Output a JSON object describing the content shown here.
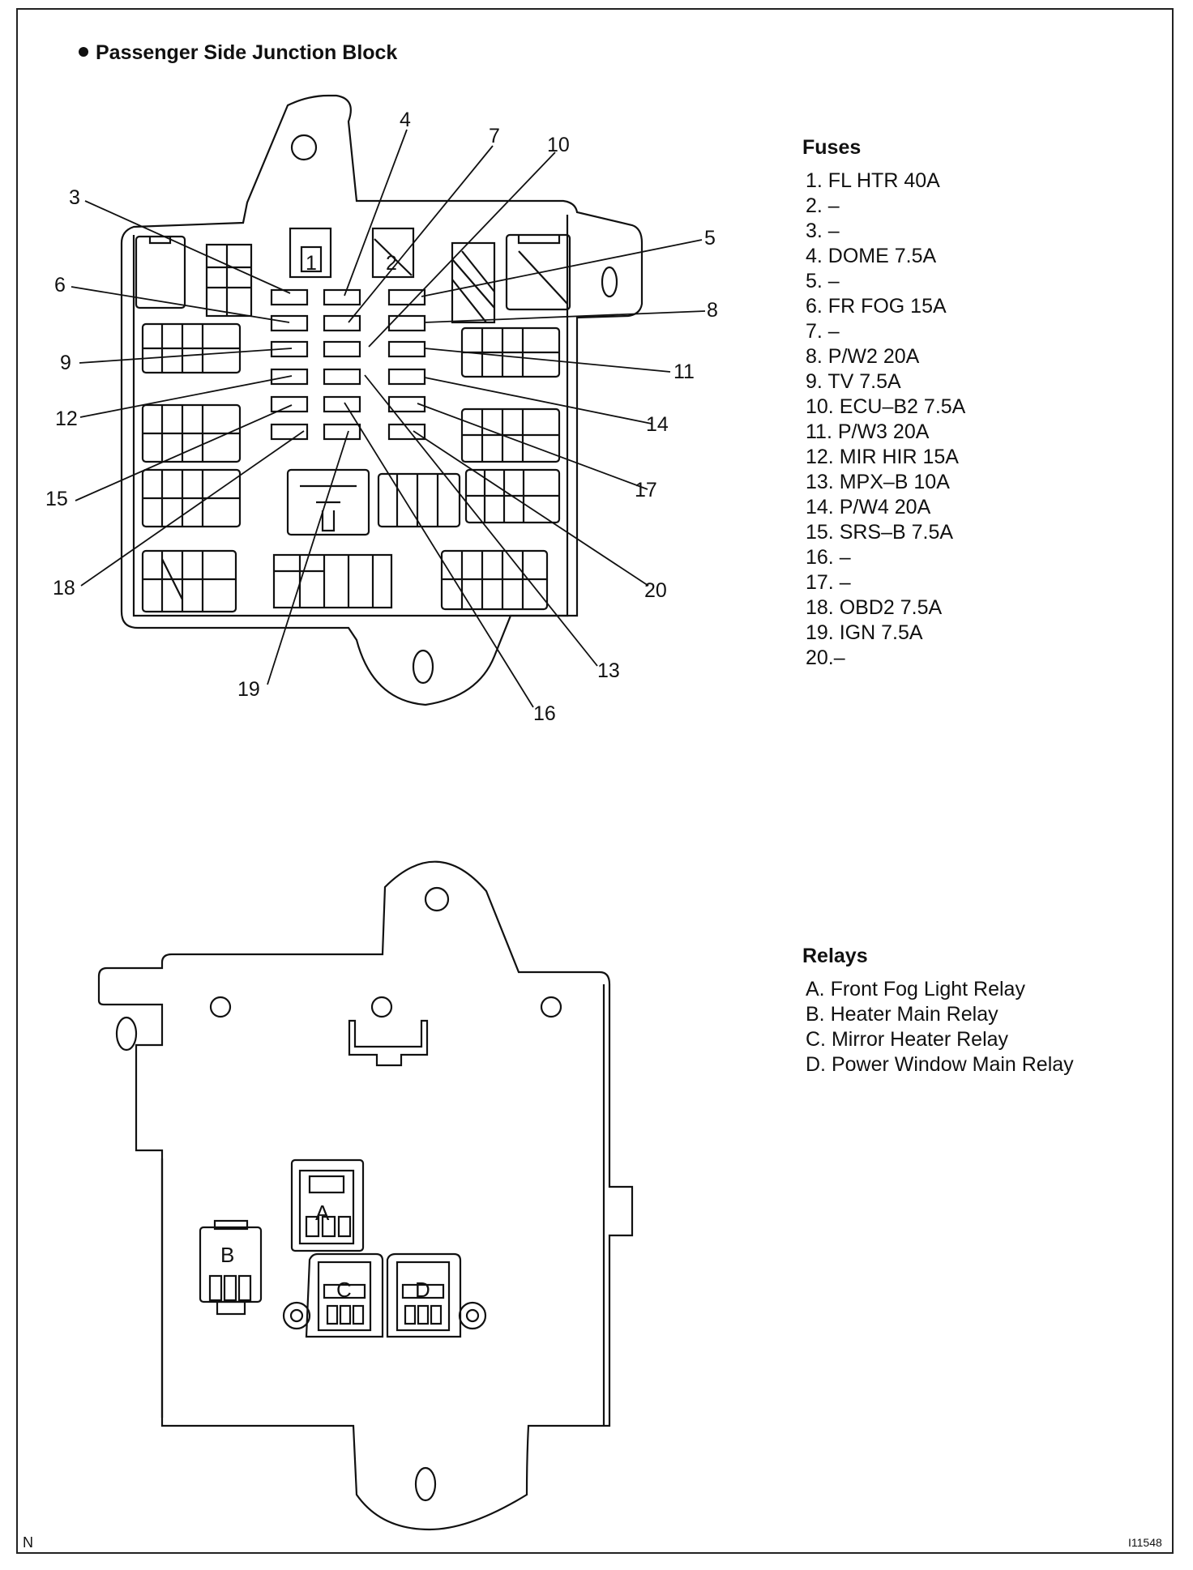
{
  "title": "Passenger Side Junction Block",
  "fuses": {
    "heading": "Fuses",
    "items": [
      "1. FL HTR 40A",
      "2. –",
      "3. –",
      "4. DOME 7.5A",
      "5. –",
      "6. FR FOG 15A",
      "7. –",
      "8. P/W2 20A",
      "9. TV 7.5A",
      "10. ECU–B2 7.5A",
      "11. P/W3 20A",
      "12. MIR HIR 15A",
      "13. MPX–B 10A",
      "14. P/W4 20A",
      "15. SRS–B 7.5A",
      "16. –",
      "17. –",
      "18. OBD2 7.5A",
      "19. IGN 7.5A",
      "20.–"
    ]
  },
  "relays": {
    "heading": "Relays",
    "items": [
      "A. Front Fog Light Relay",
      "B. Heater Main Relay",
      "C. Mirror Heater Relay",
      "D. Power Window Main Relay"
    ]
  },
  "callouts": [
    "1",
    "2",
    "3",
    "4",
    "5",
    "6",
    "7",
    "8",
    "9",
    "10",
    "11",
    "12",
    "13",
    "14",
    "15",
    "16",
    "17",
    "18",
    "19",
    "20"
  ],
  "relay_letters": [
    "A",
    "B",
    "C",
    "D"
  ],
  "corner": {
    "left": "N",
    "right": "I11548"
  }
}
